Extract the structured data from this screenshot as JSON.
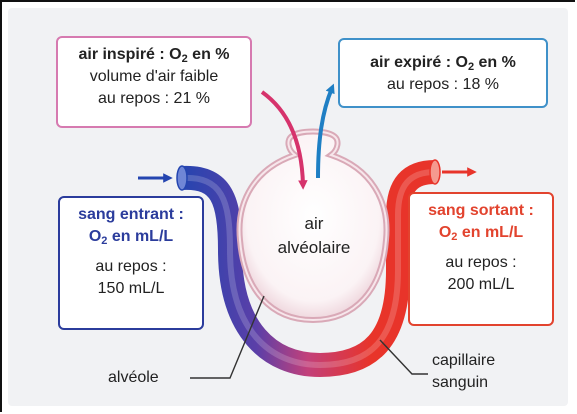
{
  "inspired": {
    "title_pre": "air inspiré : O",
    "title_sub": "2",
    "title_post": " en %",
    "line1": "volume d'air faible",
    "line2": "au repos : 21 %"
  },
  "expired": {
    "title_pre": "air expiré : O",
    "title_sub": "2",
    "title_post": " en %",
    "line1": "au repos : 18 %"
  },
  "blood_in": {
    "title": "sang entrant :",
    "unit_pre": "O",
    "unit_sub": "2",
    "unit_post": " en mL/L",
    "line1": "au repos :",
    "line2": "150 mL/L"
  },
  "blood_out": {
    "title": "sang sortant :",
    "unit_pre": "O",
    "unit_sub": "2",
    "unit_post": " en mL/L",
    "line1": "au repos :",
    "line2": "200 mL/L"
  },
  "alveolus_air": {
    "line1": "air",
    "line2": "alvéolaire"
  },
  "labels": {
    "alveole": "alvéole",
    "capillaire_line1": "capillaire",
    "capillaire_line2": "sanguin"
  },
  "colors": {
    "inspired_border": "#d67ab0",
    "expired_border": "#3f91c9",
    "blood_in": "#2b3c9c",
    "blood_out": "#e2432e",
    "inspired_arrow": "#d6336c",
    "expired_arrow": "#1f7fc4"
  }
}
